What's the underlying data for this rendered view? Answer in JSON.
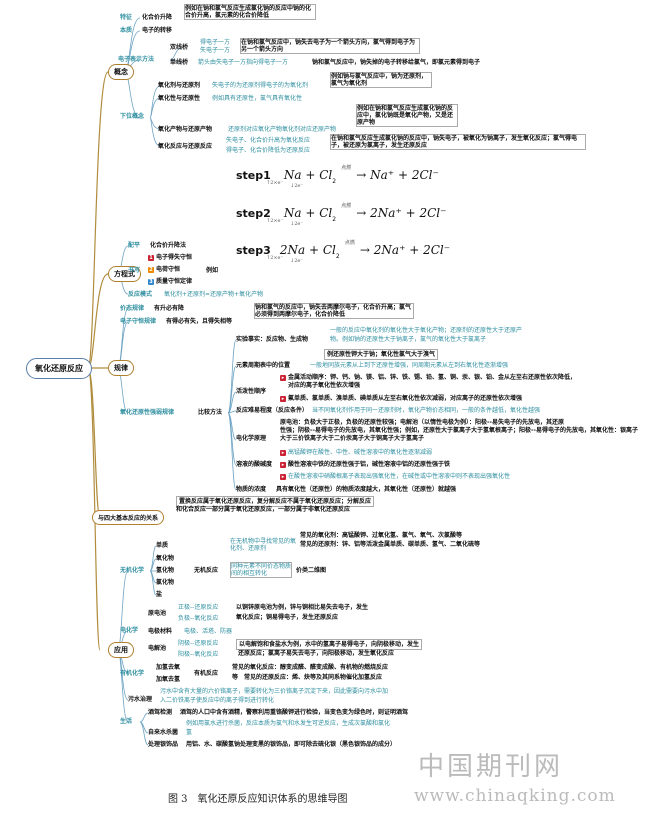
{
  "root": "氧化还原反应",
  "branches": {
    "concept": "概念",
    "equation": "方程式",
    "law": "规律",
    "relation": "与四大基本反应的关系",
    "application": "应用"
  },
  "concept": {
    "feature_label": "特征",
    "feature_value": "化合价升降",
    "feature_note": "例如在钠和氯气反应生成氯化钠的反应中钠的化合价升高，氯元素的化合价降低",
    "essence_label": "本质",
    "essence_value": "电子的转移",
    "rep_label": "电子表示方法",
    "double_line": "双线桥",
    "double_gain": "得电子一方",
    "double_lose": "失电子一方",
    "double_note": "在钠和氯气反应中，钠失去电子为一个箭头方向，氯气得到电子为另一个箭头方向",
    "single_line": "单线桥",
    "single_desc": "箭头由失电子一方指向得电子一方",
    "single_note": "钠和氯气反应中，钠失掉的电子转移给氯气，即氯元素得到电子",
    "lower_label": "下位概念",
    "reductant_label": "氧化剂与还原剂",
    "reductant_desc": "失电子的为还原剂得电子的为氧化剂",
    "reductant_note": "例如钠与氯气反应中，钠为还原剂，氯气为氧化剂",
    "property_label": "氧化性与还原性",
    "property_desc": "例如具有还原性，氯气具有氧化性",
    "product_label": "氧化产物与还原产物",
    "product_desc": "还原剂对应氧化产物氧化剂对应还原产物",
    "product_note": "例如在钠和氯气反应生成氯化钠的反应中，氯化钠既是氧化产物，又是还原产物",
    "reaction_label": "氧化反应与还原反应",
    "reaction_desc1": "失电子、化合价升高为氧化反应",
    "reaction_desc2": "得电子、化合价降低为还原反应",
    "reaction_note": "在钠和氯气反应生成氯化钠的反应中，钠失电子，被氧化为钠离子，发生氧化反应；氯气得电子，被还原为氯离子，发生还原反应"
  },
  "steps": [
    {
      "label": "step1",
      "lhs": "Na + Cl",
      "rhs": "→ Na⁺ + 2Cl⁻",
      "top": "点燃",
      "lose": "↑2×e⁻",
      "gain": "↓2e⁻"
    },
    {
      "label": "step2",
      "lhs": "Na + Cl",
      "rhs": "→ 2Na⁺ + 2Cl⁻",
      "top": "点燃",
      "lose": "↑2×e⁻",
      "gain": "↓2e⁻"
    },
    {
      "label": "step3",
      "lhs": "2Na + Cl",
      "rhs": "→ 2Na⁺ + 2Cl⁻",
      "top": "点燃",
      "lose": "↑2×e⁻",
      "gain": "↓2e⁻"
    }
  ],
  "equation": {
    "balance_label": "配平",
    "balance_value": "化合价升降法",
    "write_label": "书写",
    "items": [
      "电子得失守恒",
      "电荷守恒",
      "质量守恒定律"
    ],
    "example": "例如",
    "model_label": "反应模式",
    "model_value": "氧化剂+还原剂=还原产物+氧化产物"
  },
  "law": {
    "valence_label": "价态规律",
    "valence_value": "有升必有降",
    "electron_label": "电子守恒规律",
    "electron_value": "有得必有失，且得失相等",
    "electron_note": "钠和氯气的反应中，钠失去两摩尔电子，化合价升高；氯气必须得到两摩尔电子，化合价降低",
    "compare_label": "氧化还原性强弱规律",
    "compare_method": "比较方法",
    "exp_label": "实验事实：反应物、生成物",
    "exp_note1": "一般的反应中氧化剂的氧化性大于氧化产物；还原剂的还原性大于还原产",
    "exp_note2": "物。例如钠的还原性大于钠离子，氯气的氧化性大于氯离子",
    "periodic_label": "元素周期表中的位置",
    "periodic_note1": "例还原性钾大于钠；氧化性氯气大于溴气",
    "periodic_note2": "一般地同族元素从上到下还原性增强，同周期元素从左到右氧化性逐渐增强",
    "activity_label": "活泼性顺序",
    "activity_note1": "金属活动顺序：钾、钙、钠、镁、铝、锌、铁、锡、铅、氢、铜、汞、银、铂、金从左至右还原性依次降低，",
    "activity_note2": "对应的离子氧化性依次增强",
    "activity_note3": "氟单质、氯单质、溴单质、碘单质从左至右氧化性依次减弱，对应离子的还原性依次增强",
    "condition_label": "反应难易程度（反应条件）",
    "condition_note": "当不同氧化剂作用于同一还原剂时，氧化产物价态相同，一般的条件越低，氧化性越强",
    "electro_label": "电化学原理",
    "electro_note1": "原电池：负极大于正极，负极的还原性较强；电解池（以惰性电极为例）：阳极--易失电子的先放电，其还原",
    "electro_note2": "性强；阴极--易得电子的先放电，其氧化性强；例如，还原性大于氯离子大于氢氧根离子；阳极--易得电子的先放电，其氧化性：银离子",
    "electro_note3": "大于三价铁离子大于二价汞离子大于铜离子大于氢离子",
    "acid_label": "溶液的酸碱度",
    "acid_note1": "高锰酸钾在酸性、中性、碱性溶液中的氧化性逐渐减弱",
    "acid_note2": "酸性溶液中铁的还原性强于铝，碱性溶液中铝的还原性强于铁",
    "acid_note3": "在酸性溶液中硝酸根离子表现出强氧化性，在碱性或中性溶液中则不表现出强氧化性",
    "conc_label": "物质的浓度",
    "conc_note": "具有氧化性（还原性）的物质浓度越大，其氧化性（还原性）就越强"
  },
  "relation": {
    "line1": "置换反应属于氧化还原反应，复分解反应不属于氧化还原反应；分解反应",
    "line2": "和化合反应一部分属于氧化还原反应，一部分属于非氧化还原反应"
  },
  "application": {
    "inorganic_label": "无机化学",
    "inorganic_items": [
      "单质",
      "氧化物",
      "氢化物",
      "氯化物",
      "盐"
    ],
    "inorganic_reaction": "无机反应",
    "inorganic_sub1": "在无机物中寻找常见的氧化剂、还原剂",
    "inorganic_note1": "常见的氧化剂：高锰酸钾、过氧化氢、氯气、氧气、次氯酸等",
    "inorganic_note2": "常见的还原剂：锌、铝等活泼金属单质、碳单质、氢气、二氧化硫等",
    "inorganic_sub2": "同种元素不同价态物质间的相互转化",
    "inorganic_sub2_note": "价类二维图",
    "electro_label": "电化学",
    "cell_label": "原电池",
    "cell_pos": "正极--还原反应",
    "cell_neg": "负极--氧化反应",
    "cell_note1": "以铜锌原电池为例，锌与铜相比易失去电子，发生",
    "cell_note2": "氧化反应；铜易得电子，发生还原反应",
    "material_label": "电极材料",
    "material_value": "电极、活塔、防器",
    "electrolysis_label": "电解池",
    "elec_pos": "阴极--还原反应",
    "elec_neg": "阳极--氧化反应",
    "elec_note1": "以电解饱和食盐水为例，水中的氢离子易得电子，向阴极移动，发生",
    "elec_note2": "还原反应；氯离子易失去电子，向阳极移动，发生氧化反应",
    "organic_label": "有机化学",
    "organic_items": [
      "加氢去氧",
      "加氧去氢"
    ],
    "organic_reaction": "有机反应",
    "organic_note1": "常见的氧化反应：醇变成醛、醛变成酸、有机物的燃烧反应",
    "organic_note2": "等　常见的还原反应：烯、炔等及其同系物催化加氢反应",
    "env_label": "污水治理",
    "env_note1": "污水中含有大量的六价铬离子，需要转化为三价铬离子沉淀下来，因此需要向污水中加",
    "env_note2": "入二价铁离子使反应中的离子得到进行转化",
    "life_label": "生活",
    "alcohol_label": "酒驾检测",
    "alcohol_note": "酒驾的人口中含有酒精，警察利用重铬酸钾进行检验，当变色变为绿色时，则证明酒驾",
    "water_label": "自来水杀菌",
    "water_note1": "例如用氯水进行杀菌，反应本质为氯气和水发生可逆反应，生成次氯酸和氯化",
    "water_note2": "氢",
    "silver_label": "处理银饰品",
    "silver_note": "用铝、水、碳酸氢钠处理变黑的银饰品，即可除去硫化银（黑色银饰品的成分）"
  },
  "caption": "图 3　氧化还原反应知识体系的思维导图",
  "watermark_cn": "中国期刊网",
  "watermark_url": "www.chinaqking.com"
}
